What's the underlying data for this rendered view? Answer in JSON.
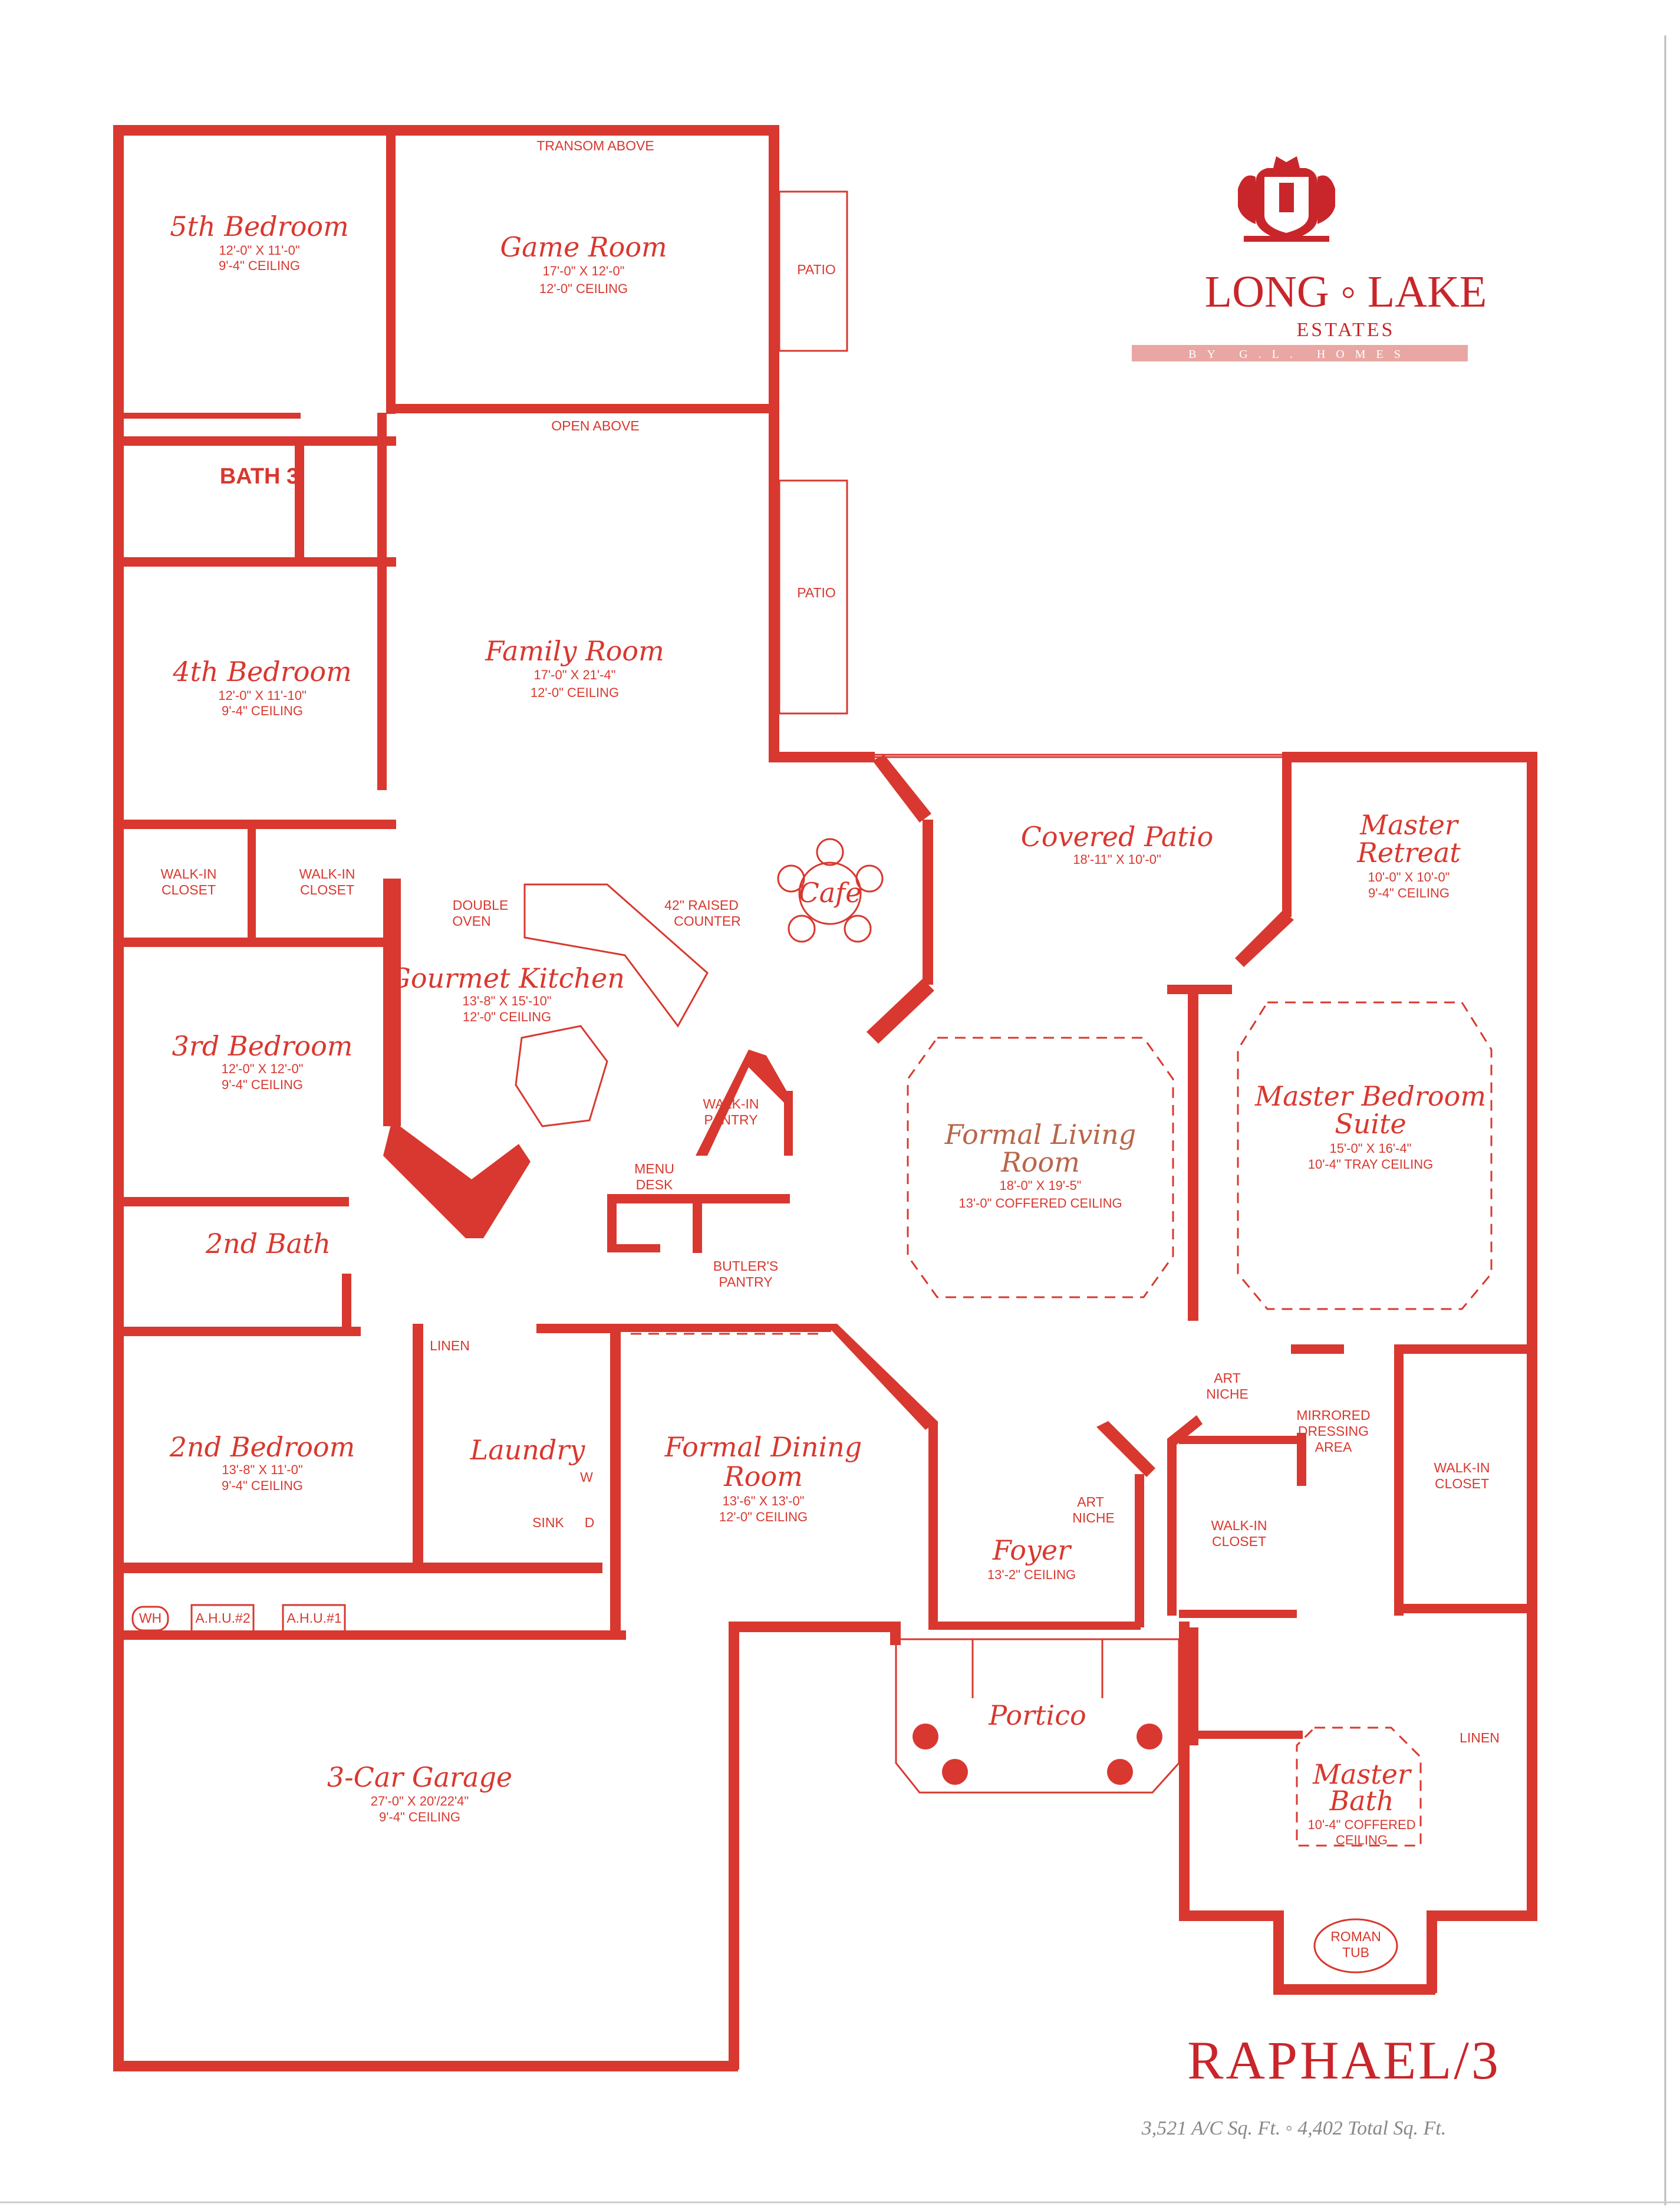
{
  "branding": {
    "name": "LONG ◦ LAKE",
    "sub": "ESTATES",
    "by": "BY G.L. HOMES"
  },
  "model": {
    "name": "RAPHAEL/3",
    "sqft": "3,521 A/C Sq. Ft.   ◦   4,402 Total Sq. Ft."
  },
  "rooms": {
    "bed5": {
      "name": "5th Bedroom",
      "dims": "12'-0\" X 11'-0\"",
      "ceiling": "9'-4\" CEILING"
    },
    "game": {
      "name": "Game Room",
      "dims": "17'-0\" X 12'-0\"",
      "ceiling": "12'-0\" CEILING"
    },
    "bed4": {
      "name": "4th Bedroom",
      "dims": "12'-0\" X 11'-10\"",
      "ceiling": "9'-4\" CEILING"
    },
    "family": {
      "name": "Family Room",
      "dims": "17'-0\" X 21'-4\"",
      "ceiling": "12'-0\" CEILING"
    },
    "covered_patio": {
      "name": "Covered Patio",
      "dims": "18'-11\" X 10'-0\""
    },
    "retreat": {
      "name1": "Master",
      "name2": "Retreat",
      "dims": "10'-0\" X 10'-0\"",
      "ceiling": "9'-4\" CEILING"
    },
    "kitchen": {
      "name": "Gourmet Kitchen",
      "dims": "13'-8\" X 15'-10\"",
      "ceiling": "12'-0\" CEILING"
    },
    "bed3": {
      "name": "3rd Bedroom",
      "dims": "12'-0\" X 12'-0\"",
      "ceiling": "9'-4\" CEILING"
    },
    "living": {
      "name1": "Formal Living",
      "name2": "Room",
      "dims": "18'-0\" X 19'-5\"",
      "ceiling": "13'-0\" COFFERED CEILING"
    },
    "master_bed": {
      "name1": "Master Bedroom",
      "name2": "Suite",
      "dims": "15'-0\" X 16'-4\"",
      "ceiling": "10'-4\" TRAY CEILING"
    },
    "bath2": {
      "name": "2nd Bath"
    },
    "bed2": {
      "name": "2nd Bedroom",
      "dims": "13'-8\" X 11'-0\"",
      "ceiling": "9'-4\" CEILING"
    },
    "laundry": {
      "name": "Laundry"
    },
    "dining": {
      "name1": "Formal Dining",
      "name2": "Room",
      "dims": "13'-6\" X 13'-0\"",
      "ceiling": "12'-0\" CEILING"
    },
    "foyer": {
      "name": "Foyer",
      "ceiling": "13'-2\" CEILING"
    },
    "portico": {
      "name": "Portico"
    },
    "garage": {
      "name": "3-Car Garage",
      "dims": "27'-0\" X 20'/22'4\"",
      "ceiling": "9'-4\" CEILING"
    },
    "master_bath": {
      "name1": "Master",
      "name2": "Bath",
      "ceiling1": "10'-4\" COFFERED",
      "ceiling2": "CEILING"
    },
    "cafe": {
      "name": "Cafe"
    },
    "bath3": {
      "name": "BATH 3"
    }
  },
  "labels": {
    "transom": "TRANSOM ABOVE",
    "open_above": "OPEN ABOVE",
    "patio1": "PATIO",
    "patio2": "PATIO",
    "walkin_closet": "WALK-IN",
    "closet": "CLOSET",
    "double": "DOUBLE",
    "oven": "OVEN",
    "raised": "42\" RAISED",
    "counter": "COUNTER",
    "walkin_pantry1": "WALK-IN",
    "walkin_pantry2": "PANTRY",
    "menu1": "MENU",
    "menu2": "DESK",
    "butler1": "BUTLER'S",
    "butler2": "PANTRY",
    "linen": "LINEN",
    "sink": "SINK",
    "w": "W",
    "d": "D",
    "wh": "WH",
    "ahu2": "A.H.U.#2",
    "ahu1": "A.H.U.#1",
    "art_niche1": "ART",
    "art_niche2": "NICHE",
    "mirrored1": "MIRRORED",
    "mirrored2": "DRESSING",
    "mirrored3": "AREA",
    "roman1": "ROMAN",
    "roman2": "TUB"
  }
}
